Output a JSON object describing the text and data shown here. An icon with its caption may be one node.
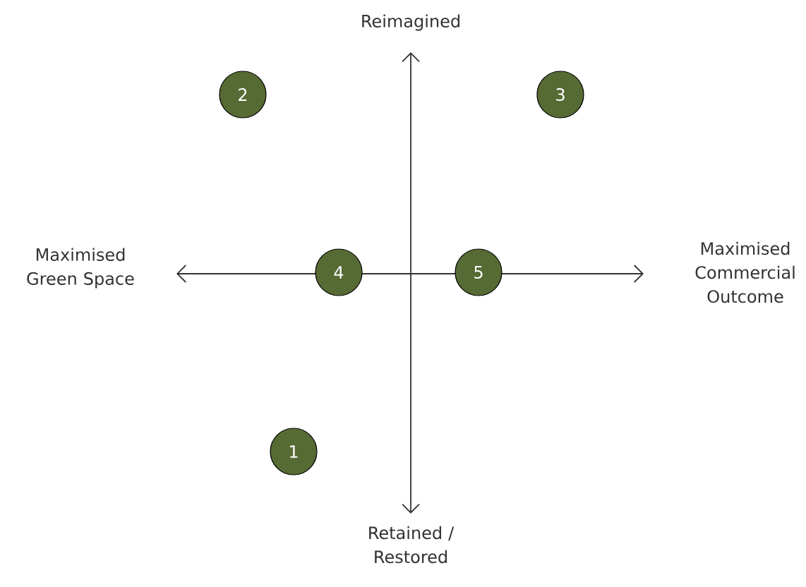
{
  "diagram": {
    "nodes": [
      {
        "text": [
          "2"
        ]
      },
      {
        "text": [
          "3"
        ]
      },
      {
        "text": [
          "4"
        ]
      },
      {
        "text": [
          "5"
        ]
      },
      {
        "text": [
          "1"
        ]
      }
    ],
    "labels": [
      "Reimagined",
      "Maximised Green Space",
      "Maximised Commercial Outcome",
      "Retained / Restored"
    ]
  }
}
